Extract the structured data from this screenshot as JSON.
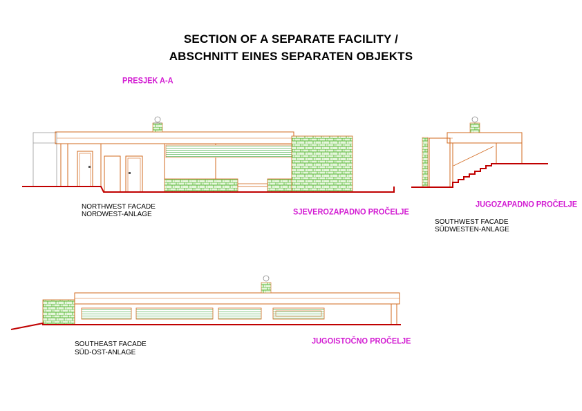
{
  "title": {
    "line1": "SECTION OF A SEPARATE FACILITY /",
    "line2": "ABSCHNITT EINES SEPARATEN OBJEKTS"
  },
  "section_label": "PRESJEK A-A",
  "northwest": {
    "label_en": "NORTHWEST FACADE",
    "label_de": "NORDWEST-ANLAGE",
    "label_hr": "SJEVEROZAPADNO PROČELJE"
  },
  "southwest": {
    "label_en": "SOUTHWEST FACADE",
    "label_de": "SÜDWESTEN-ANLAGE",
    "label_hr": "JUGOZAPADNO PROČELJE"
  },
  "southeast": {
    "label_en": "SOUTHEAST FACADE",
    "label_de": "SÜD-OST-ANLAGE",
    "label_hr": "JUGOISTOČNO PROČELJE"
  },
  "colors": {
    "outline": "#d2691e",
    "ground": "#c00000",
    "stone": "#6ac24a",
    "glass": "#3fa53f",
    "chimney_cap": "#8a8a8a",
    "accent_text": "#d21ad2"
  }
}
